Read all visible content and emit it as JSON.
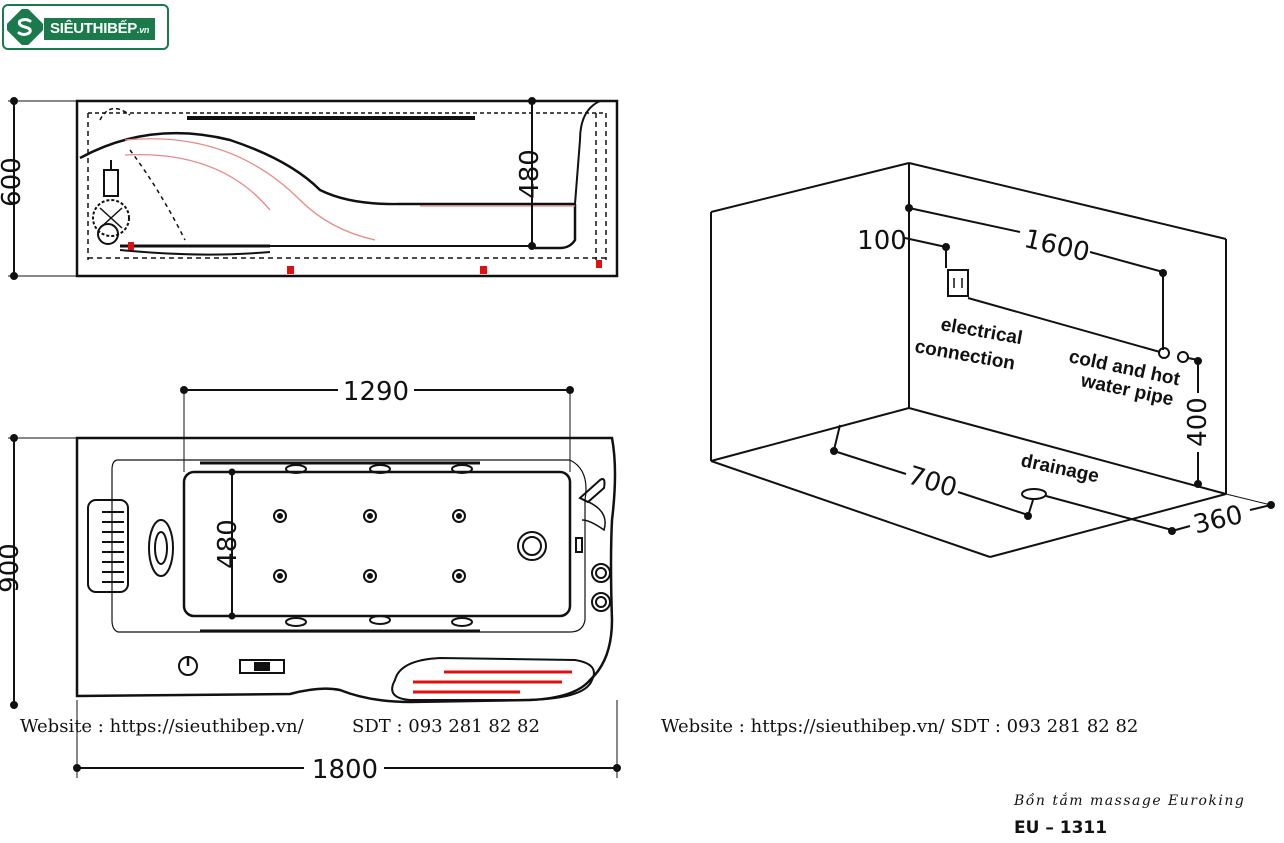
{
  "brand": {
    "name": "SIÊUTHIBẾP",
    "suffix": ".vn",
    "color": "#1a7a4c"
  },
  "side_view": {
    "height_dim": "600",
    "inner_depth_dim": "480"
  },
  "top_view": {
    "width_dim": "900",
    "inner_length_dim": "1290",
    "inner_width_dim": "480",
    "length_dim": "1800"
  },
  "installation_view": {
    "offset_dim": "100",
    "span_dim": "1600",
    "height_dim": "400",
    "drain_dim": "700",
    "depth_dim": "360",
    "electrical_label_line1": "electrical",
    "electrical_label_line2": "connection",
    "pipe_label_line1": "cold and hot",
    "pipe_label_line2": "water pipe",
    "drainage_label": "drainage"
  },
  "footer": {
    "left_website": "Website : https://sieuthibep.vn/",
    "left_phone": "SDT : 093 281 82 82",
    "right_contact": "Website : https://sieuthibep.vn/ SDT : 093 281 82 82"
  },
  "product": {
    "name": "Bồn tắm massage Euroking",
    "code": "EU – 1311"
  },
  "colors": {
    "line": "#111111",
    "accent_red": "#e01010",
    "pink_curve": "#e88a8a"
  }
}
